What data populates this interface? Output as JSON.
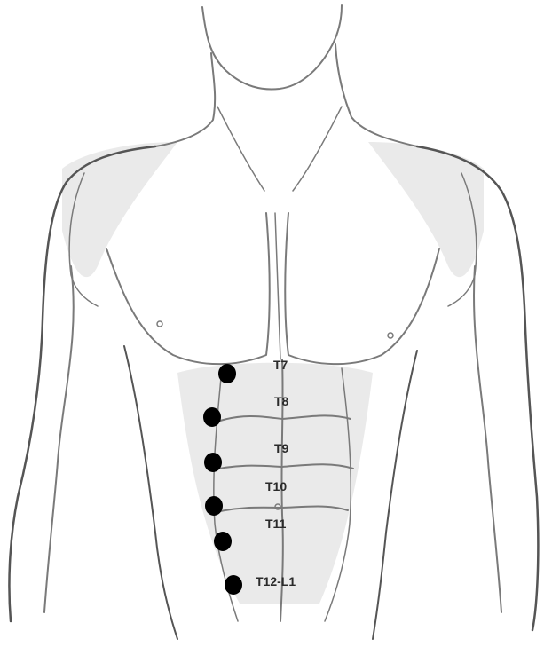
{
  "diagram": {
    "labels": [
      {
        "id": "t7",
        "text": "T7"
      },
      {
        "id": "t8",
        "text": "T8"
      },
      {
        "id": "t9",
        "text": "T9"
      },
      {
        "id": "t10",
        "text": "T10"
      },
      {
        "id": "t11",
        "text": "T11"
      },
      {
        "id": "t12-l1",
        "text": "T12-L1"
      }
    ],
    "dots": [
      {
        "id": "t7",
        "level": "T7"
      },
      {
        "id": "t8",
        "level": "T8"
      },
      {
        "id": "t9",
        "level": "T9"
      },
      {
        "id": "t10",
        "level": "T10"
      },
      {
        "id": "t11",
        "level": "T11"
      },
      {
        "id": "t12-l1",
        "level": "T12-L1"
      }
    ],
    "colors": {
      "background": "#ffffff",
      "sketch": "#7a7a7a",
      "dot": "#000000",
      "label": "#2a2a2a"
    }
  }
}
